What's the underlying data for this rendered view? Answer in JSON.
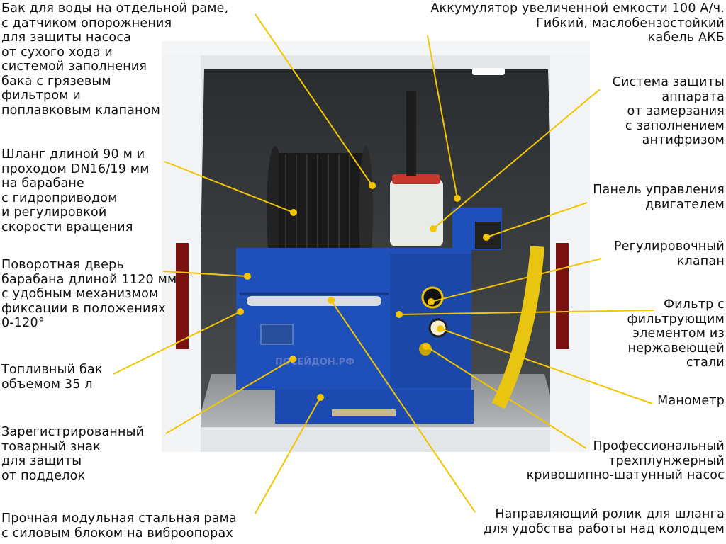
{
  "labels": {
    "water_tank": "Бак для воды на отдельной раме,\nс датчиком опорожнения\nдля защиты насоса\nот сухого хода и\nсистемой заполнения\nбака с грязевым\nфильтром и\nпоплавковым клапаном",
    "hose": "Шланг длиной 90 м и\nпроходом DN16/19 мм\nна барабане\nс гидроприводом\nи регулировкой\nскорости вращения",
    "drum_door": "Поворотная дверь\nбарабана длиной 1120 мм\nс удобным механизмом\nфиксации в положениях\n0-120°",
    "fuel_tank": "Топливный бак\nобъемом 35 л",
    "trademark": "Зарегистрированный\nтоварный знак\nдля защиты\nот подделок",
    "frame": "Прочная модульная стальная рама\nс силовым блоком на виброопорах",
    "battery": "Аккумулятор увеличенной емкости 100 А/ч.\nГибкий, маслобензостойкий\nкабель АКБ",
    "antifreeze": "Система защиты\nаппарата\nот замерзания\nс заполнением\nантифризом",
    "engine_panel": "Панель управления\nдвигателем",
    "valve": "Регулировочный\nклапан",
    "filter": "Фильтр с\nфильтрующим\nэлементом из\nнержавеющей\nстали",
    "manometer": "Манометр",
    "pump": "Профессиональный\nтрехплунжерный\nкривошипно-шатунный насос",
    "roller": "Направляющий ролик для шланга\nдля удобства работы над колодцем"
  },
  "photo": {
    "brand_text": "ПОСЕЙДОН.РФ"
  },
  "colors": {
    "leader": "#f2c500",
    "machine_blue": "#1f4fb8",
    "van_white": "#eceff1"
  }
}
